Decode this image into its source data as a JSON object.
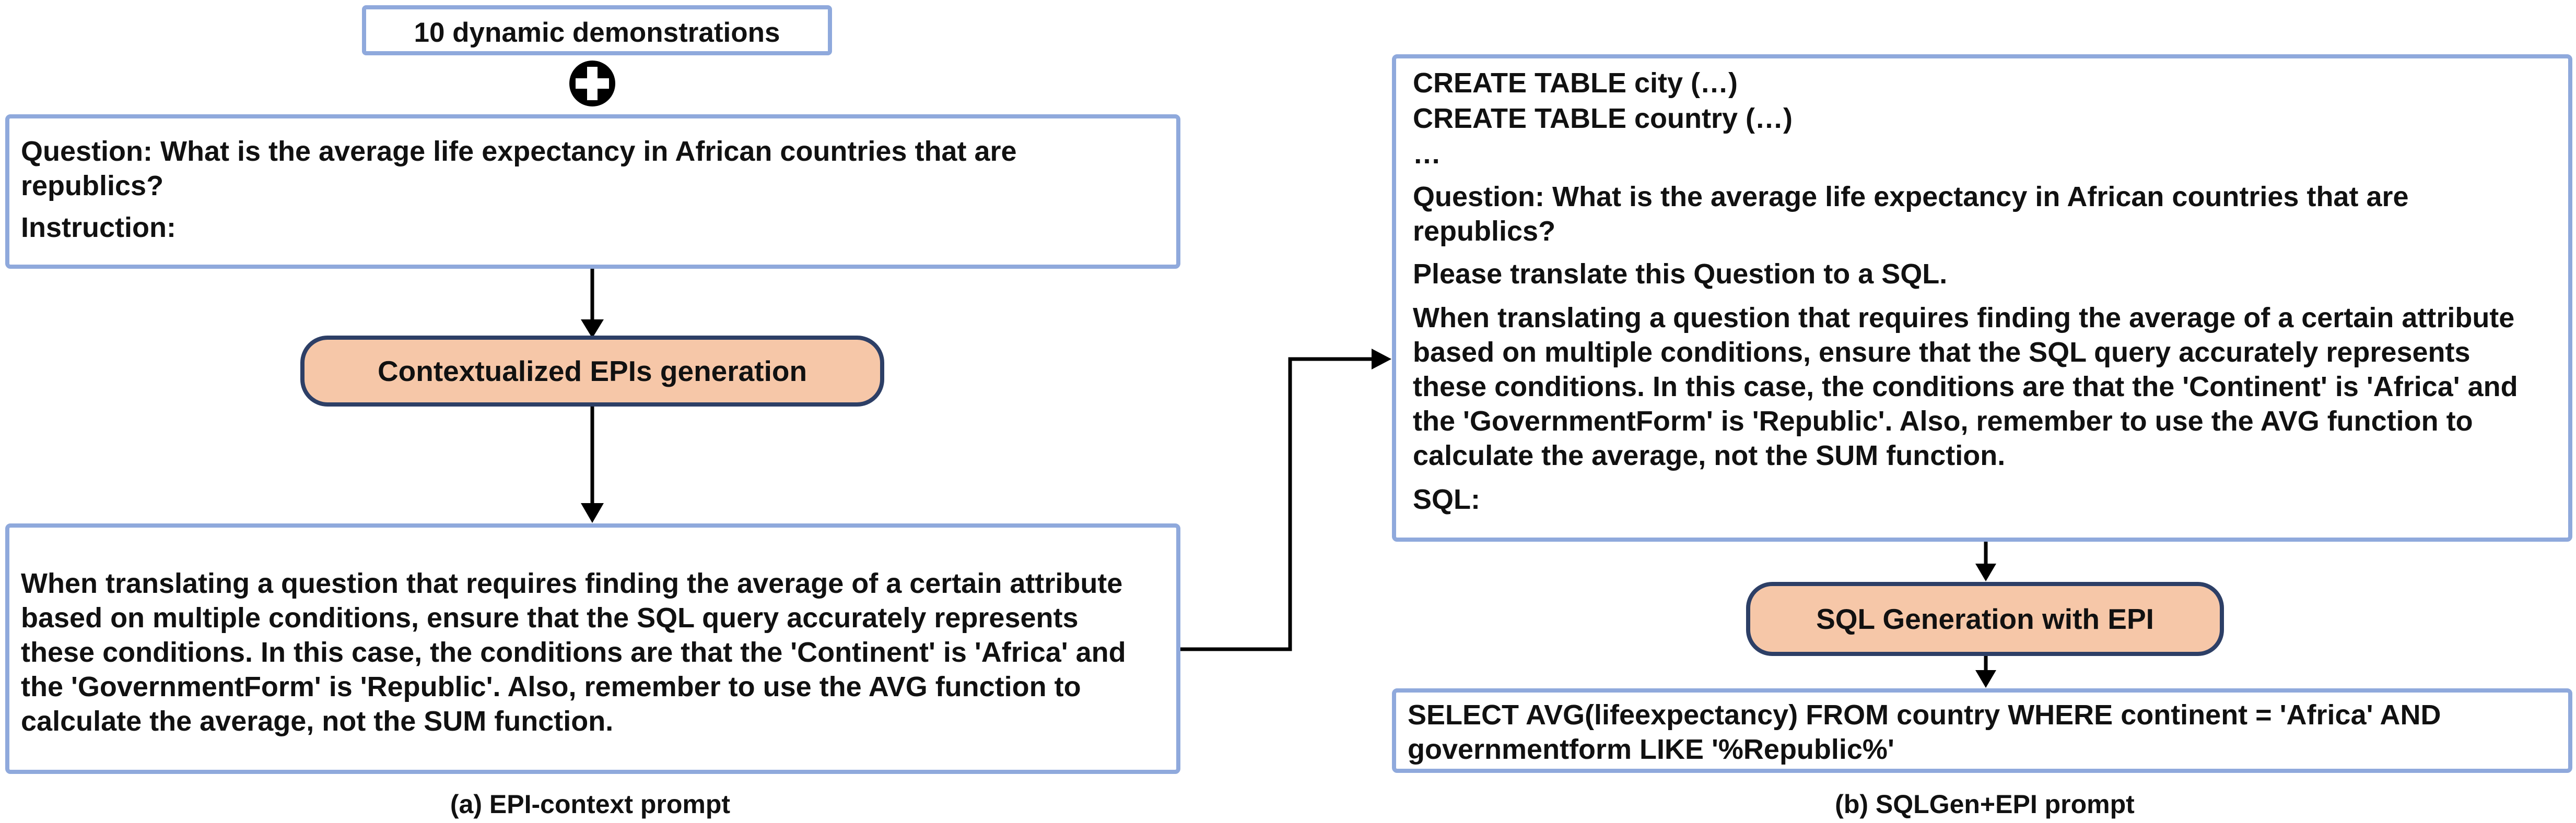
{
  "left": {
    "demo_box": "10 dynamic demonstrations",
    "question_box": {
      "question_lines": [
        "Question: What is the average life expectancy in African countries that are",
        "republics?"
      ],
      "instruction": "Instruction:"
    },
    "generation_node": "Contextualized EPIs generation",
    "epi_box": {
      "lines": [
        "When translating a question that requires finding the average of a certain attribute",
        "based on multiple conditions, ensure that the SQL query accurately represents",
        "these conditions. In this case, the conditions are that the 'Continent' is 'Africa' and",
        "the 'GovernmentForm' is 'Republic'. Also, remember to use the AVG function to",
        "calculate the average, not the SUM function."
      ]
    },
    "caption": "(a) EPI-context prompt"
  },
  "right": {
    "prompt_box": {
      "schema_lines": [
        "CREATE TABLE city (…)",
        "CREATE TABLE country (…)",
        "…"
      ],
      "question_lines": [
        "Question: What is the average life expectancy in African countries that are",
        "republics?"
      ],
      "translate_line": "Please translate this Question to a SQL.",
      "epi_lines": [
        "When translating a question that requires finding the average of a certain attribute",
        "based on multiple conditions, ensure that the SQL query accurately represents",
        "these conditions. In this case, the conditions are that the 'Continent' is 'Africa' and",
        "the 'GovernmentForm' is 'Republic'. Also, remember to use the AVG function to",
        "calculate the average, not the SUM function."
      ],
      "sql_label": "SQL:"
    },
    "generation_node": "SQL Generation with EPI",
    "output_box": {
      "lines": [
        "SELECT AVG(lifeexpectancy) FROM country WHERE continent = 'Africa' AND",
        "governmentform LIKE '%Republic%'"
      ]
    },
    "caption": "(b) SQLGen+EPI prompt"
  },
  "icons": {
    "plus": "plus-circle-icon"
  },
  "colors": {
    "box_border": "#8fa9dc",
    "node_fill": "#f6c7a8",
    "node_border": "#2d3f66",
    "arrow": "#000000"
  }
}
